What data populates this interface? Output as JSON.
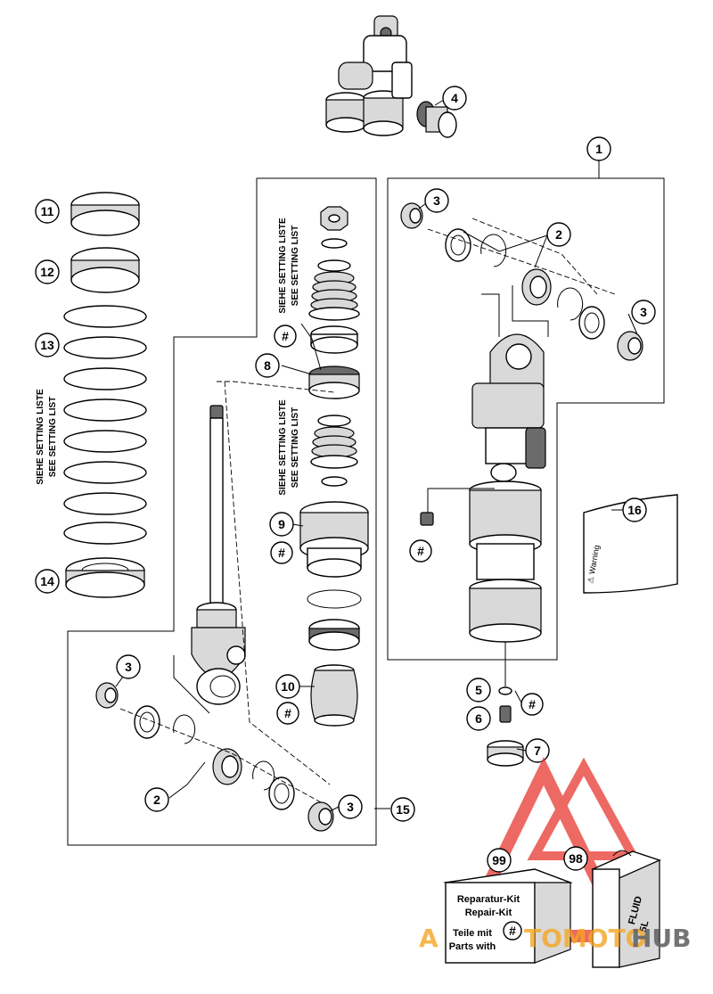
{
  "callouts": {
    "c1": "1",
    "c2a": "2",
    "c2b": "2",
    "c3a": "3",
    "c3b": "3",
    "c3c": "3",
    "c3d": "3",
    "c4": "4",
    "c5": "5",
    "c6": "6",
    "c7": "7",
    "c8": "8",
    "c9": "9",
    "c10": "10",
    "c11": "11",
    "c12": "12",
    "c13": "13",
    "c14": "14",
    "c15": "15",
    "c16": "16",
    "c98": "98",
    "c99": "99",
    "h1": "#",
    "h2": "#",
    "h3": "#",
    "h4": "#",
    "h5": "#",
    "h6": "#"
  },
  "vertical_labels": {
    "setting_de": "SIEHE SETTING LISTE",
    "setting_en": "SEE SETTING LIST"
  },
  "warning_label": "⚠ Warning",
  "kit_box": {
    "line1": "Reparatur-Kit",
    "line2": "Repair-Kit",
    "line3": "Teile mit",
    "line4": "Parts with"
  },
  "fluid_can": {
    "line1": "FLUID",
    "line2": "5L"
  },
  "watermark": {
    "part1": "A",
    "part2": "TOMOTO",
    "part3": "HUB"
  },
  "colors": {
    "watermark_red": "#e8372f",
    "watermark_orange": "#f5a623",
    "watermark_grey": "#666666"
  }
}
